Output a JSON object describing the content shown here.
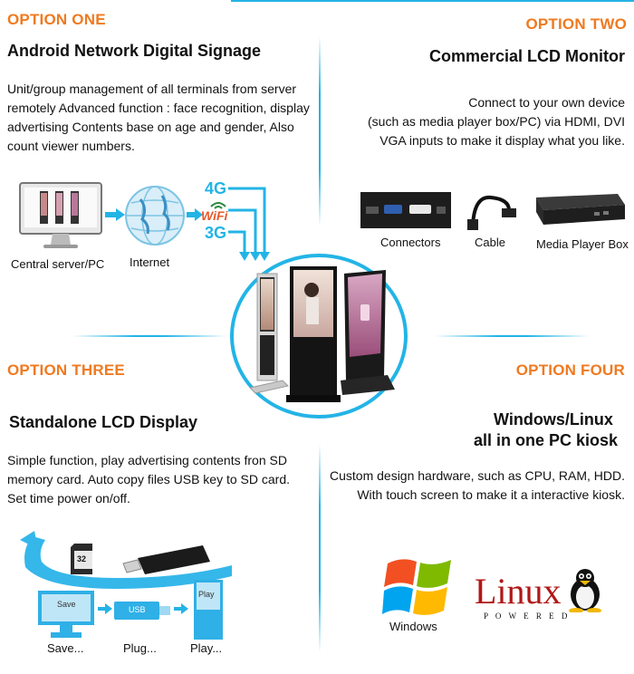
{
  "option_one": {
    "label": "OPTION ONE",
    "title": "Android Network Digital Signage",
    "desc_lines": [
      "Unit/group management of all terminals from server",
      "remotely Advanced function : face recognition, display",
      "advertising Contents base on age and gender, Also",
      "count viewer numbers."
    ],
    "caption_server": "Central server/PC",
    "caption_internet": "Internet",
    "net_4g": "4G",
    "net_wifi": "WiFi",
    "net_3g": "3G"
  },
  "option_two": {
    "label": "OPTION TWO",
    "title": "Commercial LCD Monitor",
    "desc_lines": [
      "Connect to your own device",
      "(such as media player box/PC) via HDMI, DVI",
      "VGA inputs to make it display what you like."
    ],
    "caption_connectors": "Connectors",
    "caption_cable": "Cable",
    "caption_box": "Media Player Box"
  },
  "option_three": {
    "label": "OPTION THREE",
    "title": "Standalone LCD Display",
    "desc_lines": [
      "Simple function, play advertising contents fron SD",
      "memory card. Auto copy files USB key to SD card.",
      "Set time power on/off."
    ],
    "sd_label": "32",
    "screen_save": "Save",
    "screen_usb": "USB",
    "screen_play": "Play",
    "caption_save": "Save...",
    "caption_plug": "Plug...",
    "caption_play": "Play..."
  },
  "option_four": {
    "label": "OPTION FOUR",
    "title_line1": "Windows/Linux",
    "title_line2": "all in one PC kiosk",
    "desc_lines": [
      "Custom design hardware, such as CPU, RAM, HDD.",
      "With touch screen to make it a interactive kiosk."
    ],
    "caption_windows": "Windows",
    "linux_word": "Linux",
    "linux_powered": "P O W E R E D"
  },
  "colors": {
    "accent_orange": "#f07a20",
    "accent_blue": "#23b4e6"
  }
}
